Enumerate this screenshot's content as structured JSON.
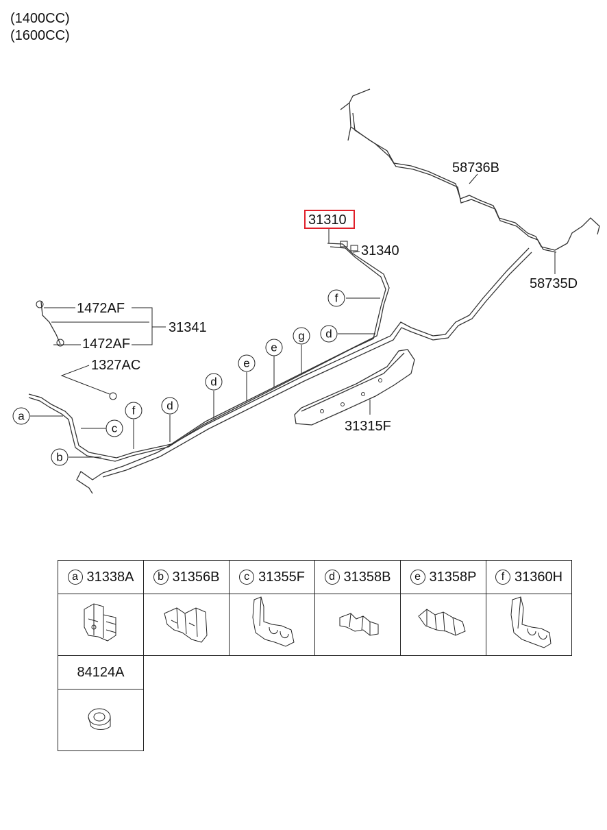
{
  "header": {
    "line1": "(1400CC)",
    "line2": "(1600CC)"
  },
  "callouts": {
    "p58736B": "58736B",
    "p31310": "31310",
    "p31340": "31340",
    "p58735D": "58735D",
    "p1472AF_top": "1472AF",
    "p31341": "31341",
    "p1472AF_bottom": "1472AF",
    "p1327AC": "1327AC",
    "p31315F": "31315F"
  },
  "highlight_color": "#e0202a",
  "clip_markers": [
    "f",
    "d",
    "g",
    "e",
    "e",
    "d",
    "d",
    "f",
    "a",
    "c",
    "b"
  ],
  "parts_table": {
    "row1": [
      {
        "letter": "a",
        "part": "31338A"
      },
      {
        "letter": "b",
        "part": "31356B"
      },
      {
        "letter": "c",
        "part": "31355F"
      },
      {
        "letter": "d",
        "part": "31358B"
      },
      {
        "letter": "e",
        "part": "31358P"
      },
      {
        "letter": "f",
        "part": "31360H"
      }
    ],
    "row2": [
      {
        "part": "84124A"
      }
    ]
  }
}
